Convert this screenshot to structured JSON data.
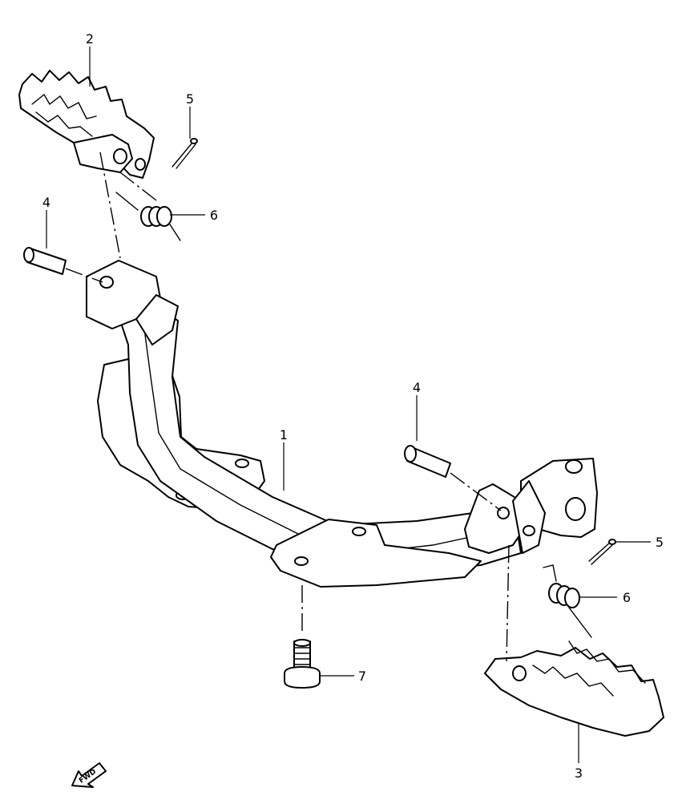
{
  "callouts": {
    "frame": "1",
    "footrest_left": "2",
    "footrest_right": "3",
    "pin_left": "4",
    "pin_right": "4",
    "cotter_left": "5",
    "cotter_right": "5",
    "spring_left": "6",
    "spring_right": "6",
    "bolt": "7"
  },
  "fwd_label": "FWD"
}
